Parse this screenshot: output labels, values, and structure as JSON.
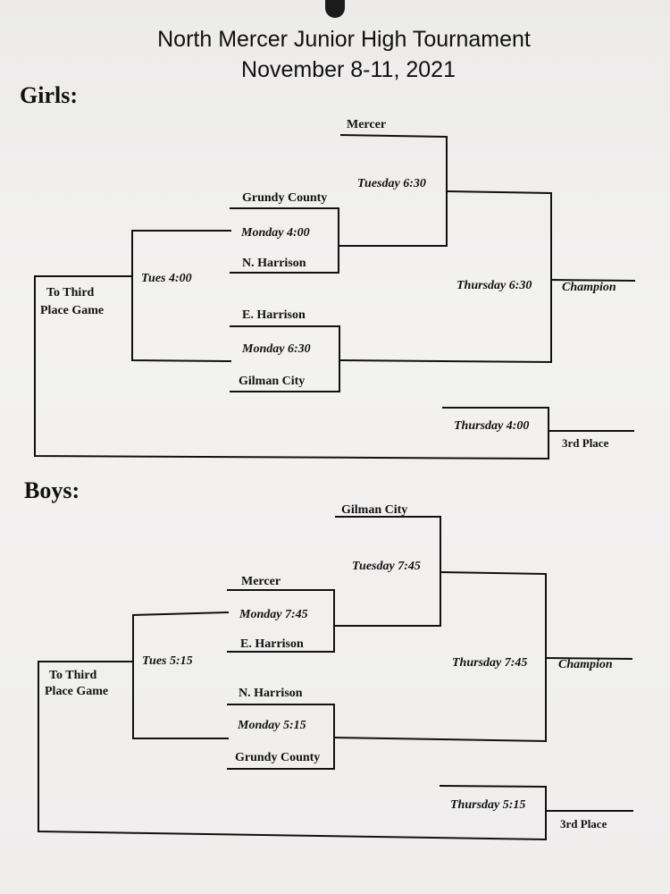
{
  "title_line1": "North Mercer Junior High Tournament",
  "title_line2": "November 8-11, 2021",
  "girls": {
    "heading": "Girls:",
    "teams": {
      "mercer": "Mercer",
      "grundy": "Grundy County",
      "n_harrison": "N. Harrison",
      "e_harrison": "E. Harrison",
      "gilman": "Gilman City"
    },
    "games": {
      "mon1": "Monday 4:00",
      "mon2": "Monday 6:30",
      "tue": "Tuesday 6:30",
      "tue_cons": "Tues 4:00",
      "thu_final": "Thursday 6:30",
      "thu_third": "Thursday 4:00"
    },
    "third_game_label_1": "To Third",
    "third_game_label_2": "Place Game",
    "champion": "Champion",
    "third_place": "3rd Place"
  },
  "boys": {
    "heading": "Boys:",
    "teams": {
      "gilman": "Gilman City",
      "mercer": "Mercer",
      "e_harrison": "E. Harrison",
      "n_harrison": "N. Harrison",
      "grundy": "Grundy County"
    },
    "games": {
      "mon1": "Monday 7:45",
      "mon2": "Monday 5:15",
      "tue": "Tuesday 7:45",
      "tue_cons": "Tues 5:15",
      "thu_final": "Thursday 7:45",
      "thu_third": "Thursday 5:15"
    },
    "third_game_label_1": "To Third",
    "third_game_label_2": "Place Game",
    "champion": "Champion",
    "third_place": "3rd Place"
  }
}
